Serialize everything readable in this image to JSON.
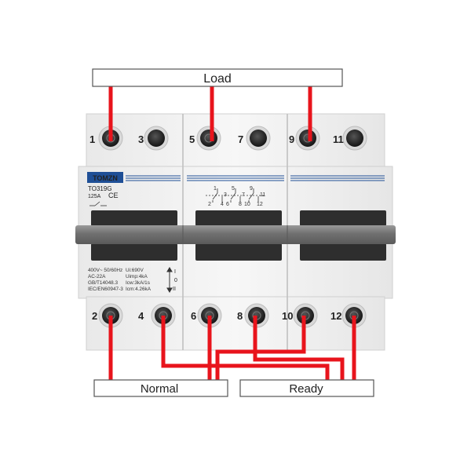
{
  "labels": {
    "load": "Load",
    "normal": "Normal",
    "ready": "Ready"
  },
  "brand": "TOMZN",
  "model": "TO319G",
  "current": "125A",
  "ce_mark": "CE",
  "position_marks": {
    "one": "I",
    "zero": "0",
    "two": "II"
  },
  "specs": {
    "left": [
      "400V~ 50/60Hz",
      "AC-22A",
      "GB/T14048.3",
      "IEC/EN60947-3"
    ],
    "right": [
      "Ui:690V",
      "Uimp:4kA",
      "Icw:3kA/1s",
      "Icm:4.26kA"
    ]
  },
  "top_terminals": [
    "1",
    "3",
    "5",
    "7",
    "9",
    "11"
  ],
  "bottom_terminals": [
    "2",
    "4",
    "6",
    "8",
    "10",
    "12"
  ],
  "schematic": {
    "top": [
      "1",
      "5",
      "9"
    ],
    "mid": [
      "3",
      "7",
      "11"
    ],
    "bottom": [
      "2",
      "4",
      "6",
      "8",
      "10",
      "12"
    ]
  },
  "colors": {
    "wire": "#e8141c",
    "housing": "#f2f2f2",
    "handle_bar": "#7d7d7d",
    "brand_blue": "#1f4f96",
    "label_border": "#555555"
  }
}
